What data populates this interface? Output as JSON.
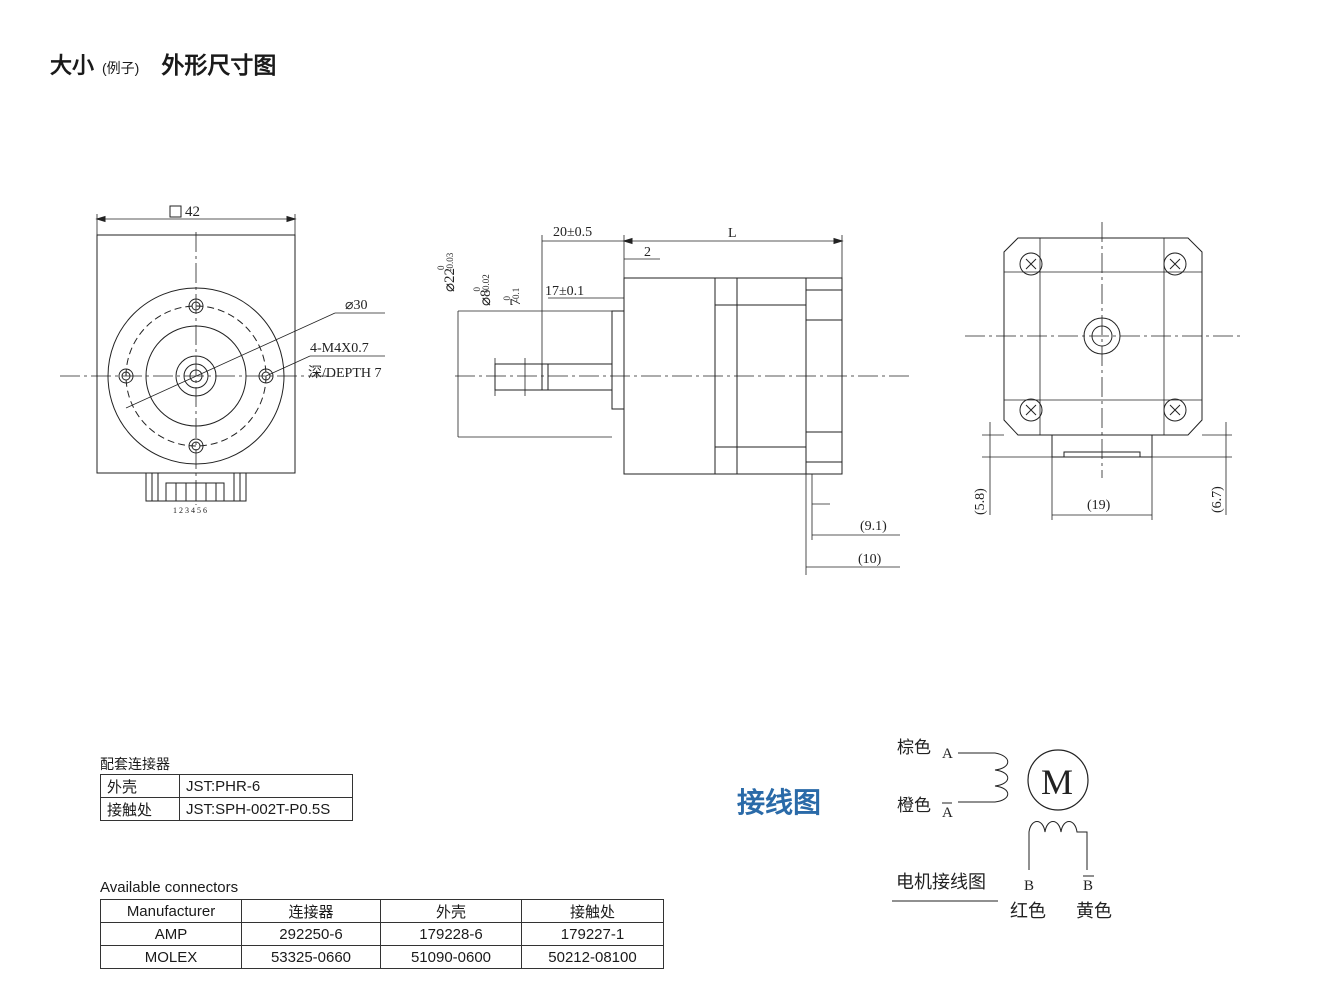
{
  "header": {
    "size_label": "大小",
    "example_label": "(例子)",
    "drawing_title": "外形尺寸图"
  },
  "front_view": {
    "square_size": "42",
    "circle_dia": "30",
    "hole_spec": "4-M4X0.7",
    "hole_depth": "深/DEPTH 7",
    "pin_numbers": "1 2 3 4 5 6"
  },
  "side_view": {
    "boss_dia_label": "22",
    "boss_tol_upper": "0",
    "boss_tol_lower": "-0.03",
    "shaft_dia_label": "8",
    "shaft_tol_upper": "0",
    "shaft_tol_lower": "-0.02",
    "flat_label": "7",
    "flat_tol_upper": "0",
    "flat_tol_lower": "-0.1",
    "shaft_length": "20±0.5",
    "flat_length": "17±0.1",
    "boss_height": "2",
    "body_length": "L",
    "conn_offset_1": "(9.1)",
    "conn_offset_2": "(10)"
  },
  "rear_view": {
    "dim_left": "(5.8)",
    "dim_bottom": "(19)",
    "dim_right": "(6.7)"
  },
  "mating_connector": {
    "title": "配套连接器",
    "rows": [
      {
        "key": "外壳",
        "value": "JST:PHR-6"
      },
      {
        "key": "接触处",
        "value": "JST:SPH-002T-P0.5S"
      }
    ]
  },
  "available_connectors": {
    "title": "Available connectors",
    "headers": [
      "Manufacturer",
      "连接器",
      "外壳",
      "接触处"
    ],
    "rows": [
      [
        "AMP",
        "292250-6",
        "179228-6",
        "179227-1"
      ],
      [
        "MOLEX",
        "53325-0660",
        "51090-0600",
        "50212-08100"
      ]
    ]
  },
  "wiring": {
    "title": "接线图",
    "brown_label": "棕色",
    "orange_label": "橙色",
    "phase_a": "A",
    "phase_a_bar": "A",
    "motor_symbol": "M",
    "phase_b": "B",
    "phase_b_bar": "B",
    "red_label": "红色",
    "yellow_label": "黄色",
    "diagram_caption": "电机接线图"
  }
}
